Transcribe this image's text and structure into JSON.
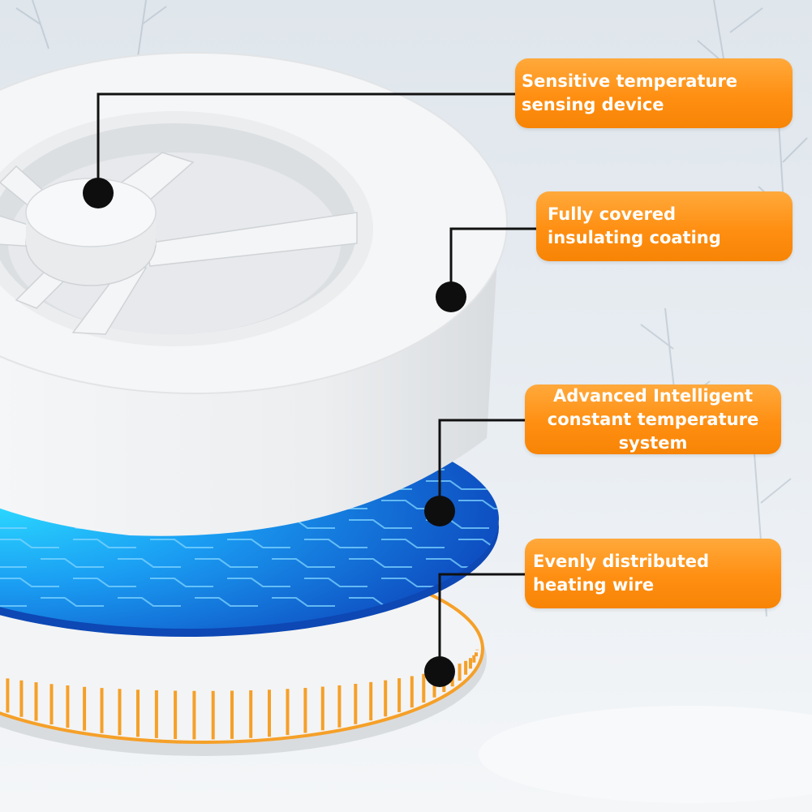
{
  "diagram": {
    "callouts": [
      {
        "id": "sensor",
        "lines": [
          "Sensitive temperature",
          "sensing device"
        ]
      },
      {
        "id": "coating",
        "lines": [
          "Fully covered",
          "insulating coating"
        ]
      },
      {
        "id": "system",
        "lines": [
          "Advanced Intelligent",
          "constant temperature",
          "system"
        ]
      },
      {
        "id": "wire",
        "lines": [
          "Evenly distributed",
          "heating wire"
        ]
      }
    ],
    "colors": {
      "callout": "#ff8f12",
      "callout_text": "#ffffff",
      "connector": "#111111",
      "circuit": "#1e88f0",
      "heating_wire": "#f5a028",
      "housing": "#eef0f2"
    },
    "components": [
      "plastic housing",
      "circuit board layer",
      "heating wire disc"
    ]
  }
}
